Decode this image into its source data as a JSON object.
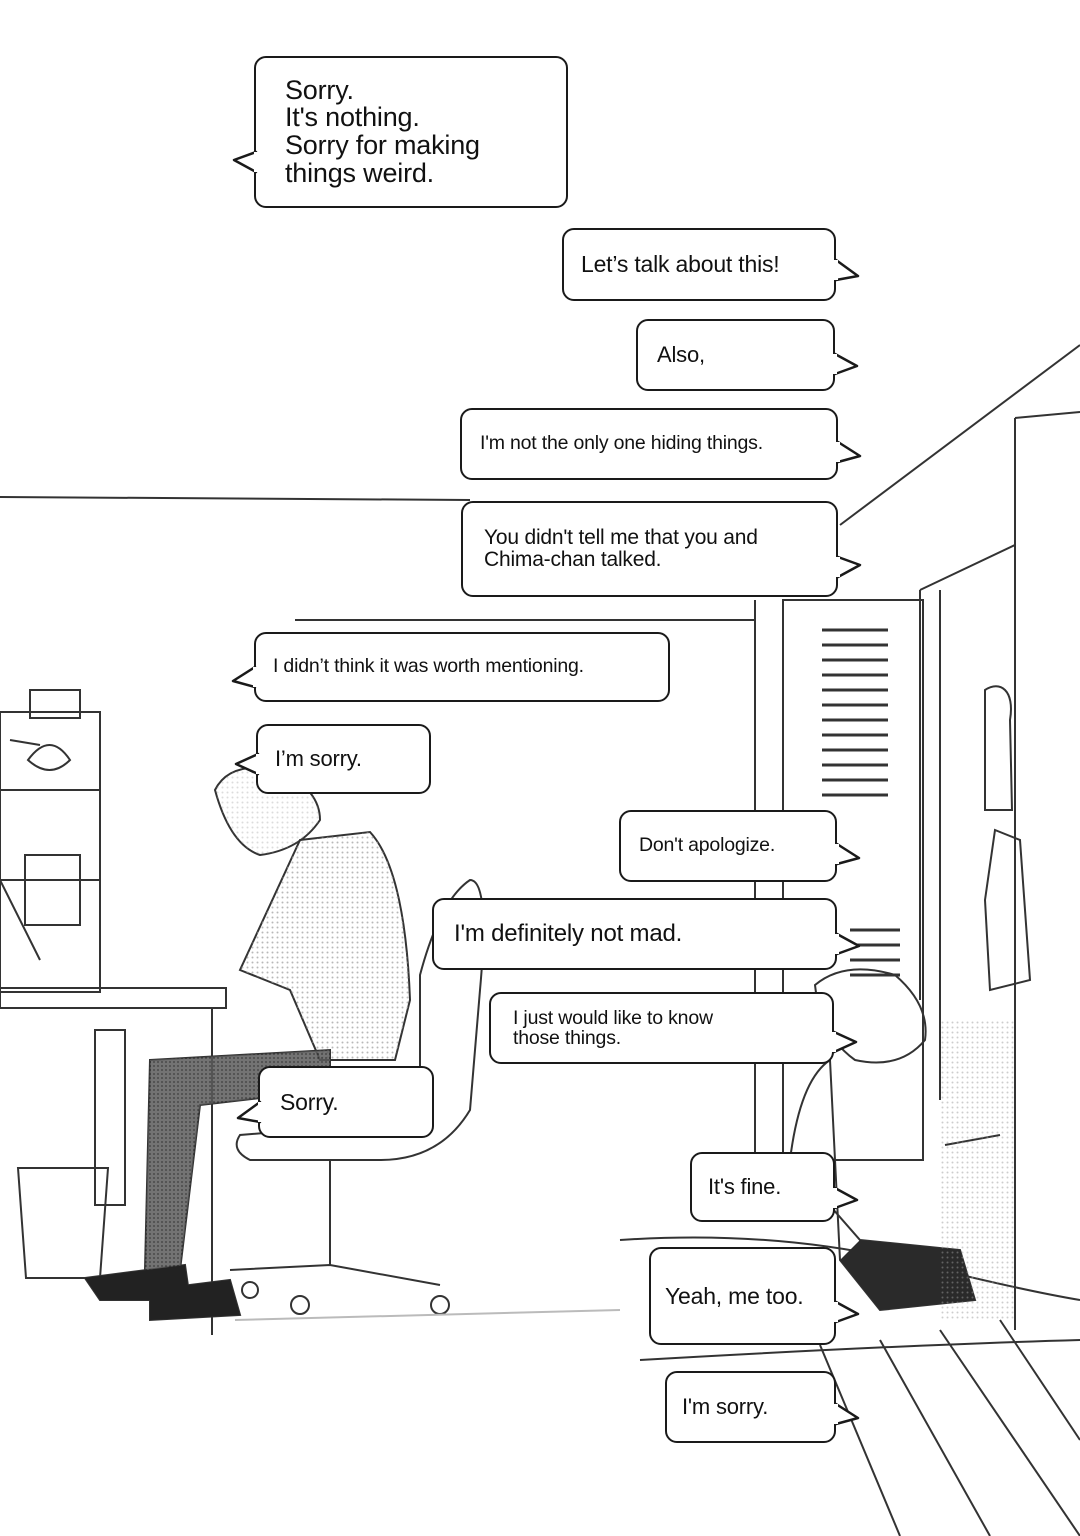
{
  "colors": {
    "ink": "#1a1a1a",
    "paper": "#ffffff",
    "screentone": "#cfcfcf"
  },
  "bubbles": [
    {
      "id": "b1",
      "side": "left",
      "text": "Sorry.\nIt's nothing.\nSorry for making\nthings weird."
    },
    {
      "id": "b2",
      "side": "right",
      "text": "Let’s talk about this!"
    },
    {
      "id": "b3",
      "side": "right",
      "text": "Also,"
    },
    {
      "id": "b4",
      "side": "right",
      "text": "I'm not the only one hiding things."
    },
    {
      "id": "b5",
      "side": "right",
      "text": "You didn't tell me that you and\nChima-chan talked."
    },
    {
      "id": "b6",
      "side": "left",
      "text": "I didn’t think it was worth mentioning."
    },
    {
      "id": "b7",
      "side": "left",
      "text": "I’m sorry."
    },
    {
      "id": "b8",
      "side": "right",
      "text": "Don't apologize."
    },
    {
      "id": "b9",
      "side": "right",
      "text": "I'm definitely not mad."
    },
    {
      "id": "b10",
      "side": "right",
      "text": "I just would like to know\nthose things."
    },
    {
      "id": "b11",
      "side": "left",
      "text": "Sorry."
    },
    {
      "id": "b12",
      "side": "right",
      "text": "It's fine."
    },
    {
      "id": "b13",
      "side": "right",
      "text": "Yeah, me too."
    },
    {
      "id": "b14",
      "side": "right",
      "text": "I'm sorry."
    }
  ]
}
